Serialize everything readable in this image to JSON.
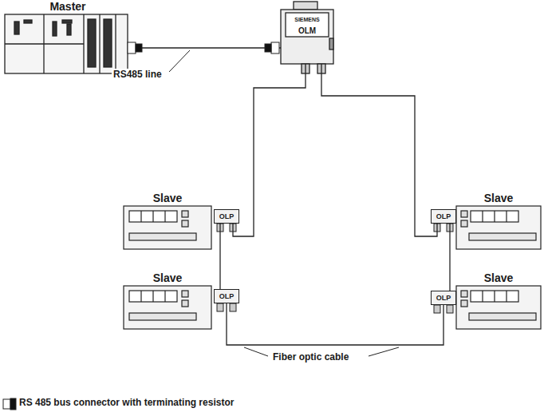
{
  "diagram": {
    "nodes": [
      {
        "text": [
          "Master"
        ]
      },
      {
        "text": [
          "SIEMENS",
          "OLM"
        ]
      },
      {
        "text": [
          "Slave"
        ]
      },
      {
        "text": [
          "OLP"
        ]
      },
      {
        "text": [
          "Slave"
        ]
      },
      {
        "text": [
          "OLP"
        ]
      },
      {
        "text": [
          "Slave"
        ]
      },
      {
        "text": [
          "OLP"
        ]
      },
      {
        "text": [
          "Slave"
        ]
      },
      {
        "text": [
          "OLP"
        ]
      }
    ],
    "edges": [
      {
        "from": 0,
        "to": 1,
        "arrow": "none"
      },
      {
        "from": 1,
        "to": 3,
        "arrow": "none"
      },
      {
        "from": 1,
        "to": 5,
        "arrow": "none"
      },
      {
        "from": 3,
        "to": 7,
        "arrow": "none"
      },
      {
        "from": 5,
        "to": 9,
        "arrow": "none"
      },
      {
        "from": 7,
        "to": 9,
        "arrow": "none"
      }
    ],
    "labels": [
      "RS485 line",
      "Fiber optic cable"
    ],
    "legend": [
      {
        "text": "RS 485 bus connector with terminating resistor"
      }
    ]
  }
}
